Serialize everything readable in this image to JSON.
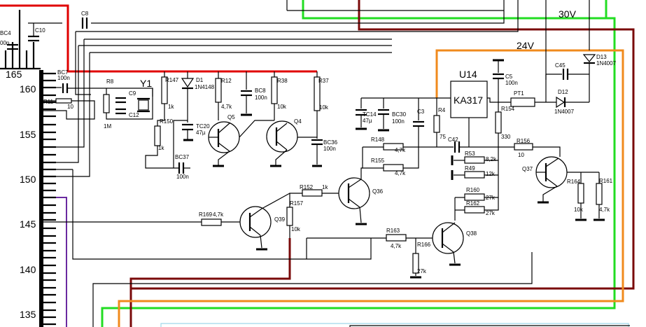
{
  "voltages": {
    "v30": "30V",
    "v24": "24V"
  },
  "chip_ref": "U14",
  "chip_name": "KA317",
  "crystal": "Y1",
  "connector_label": "165",
  "pin_numbers": [
    "160",
    "155",
    "150",
    "145",
    "140",
    "135"
  ],
  "labels": {
    "C8": "C8",
    "C10": "C10",
    "BC4": "BC4",
    "BC4v": "00n",
    "BC7": "BC7",
    "BC7v": "100n",
    "R11": "R11",
    "R11v": "10",
    "R8": "R8",
    "R8v": "1M",
    "C9": "C9",
    "C12": "C12",
    "R147": "R147",
    "R147v": "1k",
    "D1": "D1",
    "D1v": "1N4148",
    "R12": "R12",
    "R12v": "4,7k",
    "BC8": "BC8",
    "BC8v": "100n",
    "R38": "R38",
    "R38v": "10k",
    "R37": "R37",
    "R37v": "10k",
    "TC20": "TC20",
    "TC20v": "47µ",
    "R150": "R150",
    "R150v": "1k",
    "Q5": "Q5",
    "Q4": "Q4",
    "BC36": "BC36",
    "BC36v": "100n",
    "BC37": "BC37",
    "BC37v": "100n",
    "TC14": "TC14",
    "TC14v": "47µ",
    "BC30": "BC30",
    "BC30v": "100n",
    "C3": "C3",
    "R4": "R4",
    "R4v": "75",
    "C5": "C5",
    "C5v": "100n",
    "PT1": "PT1",
    "R154": "R154",
    "R154v": "330",
    "C45": "C45",
    "D13": "D13",
    "D13v": "1N4007",
    "D12": "D12",
    "D12v": "1N4007",
    "R148": "R148",
    "R148v": "4,7k",
    "R155": "R155",
    "R155v": "4,7k",
    "C42": "C42",
    "R53": "R53",
    "R53v": "8,2k",
    "R49": "R49",
    "R49v": "12k",
    "R156": "R156",
    "R156v": "10",
    "Q37": "Q37",
    "R164": "R164",
    "R164v": "10k",
    "R161": "R161",
    "R161v": "4,7k",
    "R152": "R152",
    "R152v": "1k",
    "Q36": "Q36",
    "R160": "R160",
    "R160v": "27k",
    "R162": "R162",
    "R162v": "27k",
    "R169": "R169",
    "R169v": "4,7k",
    "Q39": "Q39",
    "R157": "R157",
    "R157v": "10k",
    "R163": "R163",
    "R163v": "4,7k",
    "Q38": "Q38",
    "R166": "R166",
    "R166v": "27k"
  },
  "wire_colors": {
    "red": "#e00000",
    "green": "#22dd22",
    "orange": "#f08a1c",
    "maroon": "#7a0a0a",
    "purple": "#6a2aa0",
    "cyan": "#9fd8ea"
  }
}
